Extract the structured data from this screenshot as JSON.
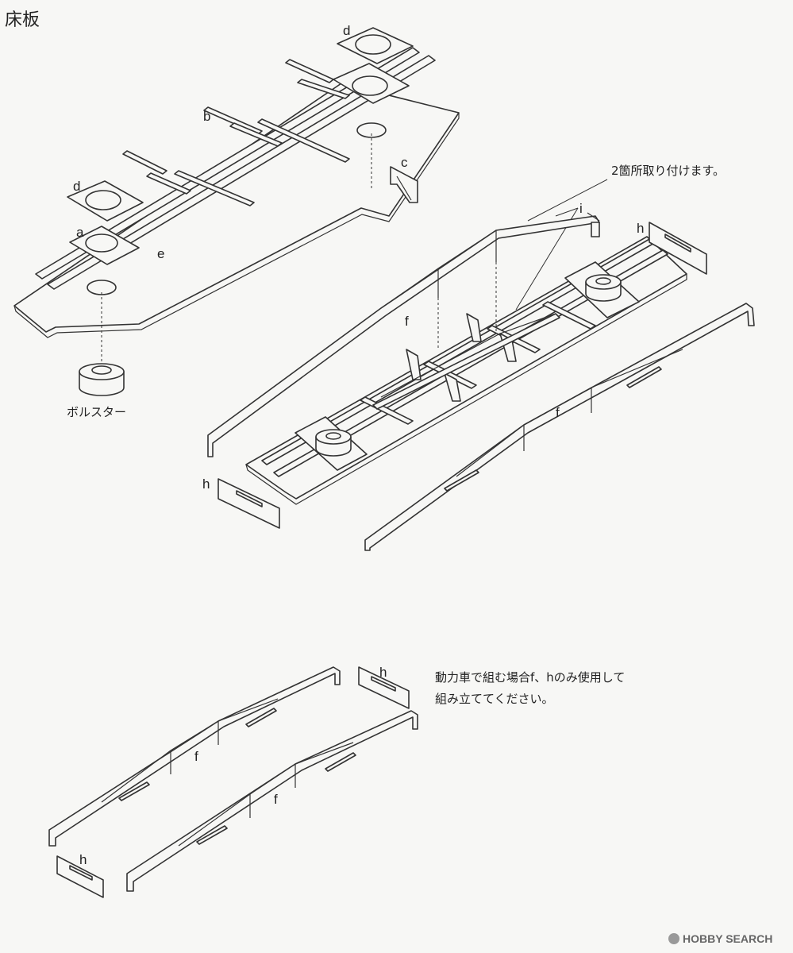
{
  "title": "床板",
  "labels": {
    "a": "a",
    "b": "b",
    "c": "c",
    "d": "d",
    "e": "e",
    "f": "f",
    "h": "h",
    "i": "i"
  },
  "bolster": "ボルスター",
  "note_two_places": "2箇所取り付けます。",
  "note_powered_line1": "動力車で組む場合f、hのみ使用して",
  "note_powered_line2": "組み立ててください。",
  "watermark": "HOBBY SEARCH"
}
